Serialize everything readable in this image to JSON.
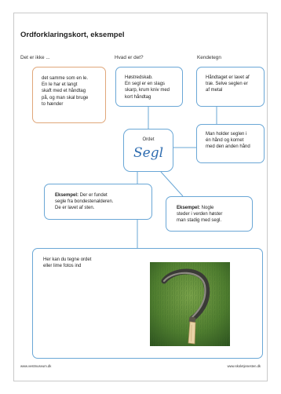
{
  "title": "Ordforklaringskort, eksempel",
  "columns": {
    "left": "Det er ikke ...",
    "middle": "Hvad er det?",
    "right": "Kendetegn"
  },
  "boxes": {
    "not_it": "det samme som en le.\nEn le har et langt\nskaft med et håndtag\npå, og man skal bruge\nto hænder",
    "what_is": "Høstredskab.\nEn segl er en slags\nskarp, krum kniv med\nkort håndtag",
    "feature1": "Håndtaget er lavet af\ntræ. Selve seglen er\naf metal",
    "feature2": "Man holder seglen i\nén hånd og kornet\nmed den anden hånd",
    "example1_label": "Eksempel:",
    "example1_text": " Der er fundet\nsegle fra bondestenalderen.\nDe er lavet af sten.",
    "example2_label": "Eksempel:",
    "example2_text": " Nogle\nsteder i verden høster\nman stadig med segl.",
    "draw_prompt": "Her kan du tegne ordet\neller lime fotos ind"
  },
  "center": {
    "label": "Ordet",
    "word": "Segl"
  },
  "footer": {
    "left": "www.vestmuseum.dk",
    "right": "www.skoletjenesten.dk"
  },
  "colors": {
    "box_border": "#6aa7d6",
    "accent_border": "#e0a77a",
    "word_color": "#2f6db0"
  }
}
